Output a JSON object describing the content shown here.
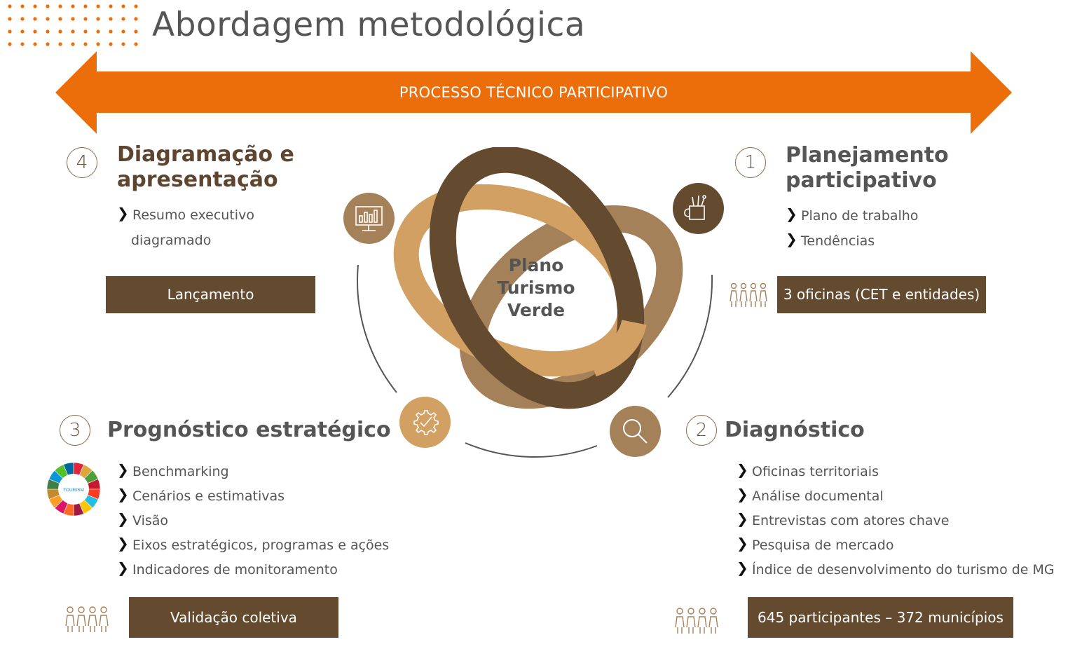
{
  "title": "Abordagem metodológica",
  "banner": "PROCESSO TÉCNICO PARTICIPATIVO",
  "center_label": [
    "Plano",
    "Turismo",
    "Verde"
  ],
  "stages": {
    "s1": {
      "number": "1",
      "title": [
        "Planejamento",
        "participativo"
      ],
      "bullets": [
        "Plano de trabalho",
        "Tendências"
      ],
      "box": "3 oficinas (CET e entidades)"
    },
    "s2": {
      "number": "2",
      "title": [
        "Diagnóstico"
      ],
      "bullets": [
        "Oficinas territoriais",
        "Análise documental",
        "Entrevistas com atores chave",
        "Pesquisa de mercado",
        "Índice de desenvolvimento do turismo de MG"
      ],
      "box": "645 participantes – 372 municípios"
    },
    "s3": {
      "number": "3",
      "title": [
        "Prognóstico estratégico"
      ],
      "bullets": [
        "Benchmarking",
        "Cenários e estimativas",
        "Visão",
        "Eixos estratégicos, programas e ações",
        "Indicadores de monitoramento"
      ],
      "box": "Validação coletiva"
    },
    "s4": {
      "number": "4",
      "title": [
        "Diagramação e",
        "apresentação"
      ],
      "bullets": [
        "Resumo executivo",
        "diagramado"
      ],
      "box": "Lançamento"
    }
  },
  "icons": {
    "s1": "cup-with-tools-icon",
    "s2": "magnifier-icon",
    "s3": "gear-check-icon",
    "s4": "monitor-chart-icon",
    "people": "people-group-icon",
    "sdg": "sdg-wheel-icon"
  },
  "sdg_wheel_label": "TOURISM",
  "colors": {
    "orange": "#ec6e0a",
    "dark_brown": "#644a2f",
    "mid_brown": "#a5815a",
    "light_tan": "#d3a064",
    "text_grey": "#555555"
  }
}
